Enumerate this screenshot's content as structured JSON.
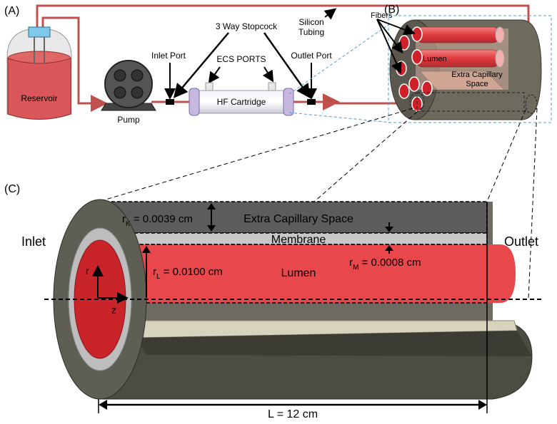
{
  "panels": {
    "a": {
      "panel_label": "(A)",
      "reservoir_label": "Reservoir",
      "pump_label": "Pump",
      "inlet_port_label": "Inlet Port",
      "stopcock_label": "3 Way Stopcock",
      "ecs_ports_label": "ECS PORTS",
      "outlet_port_label": "Outlet Port",
      "tubing_label_line1": "Silicon",
      "tubing_label_line2": "Tubing",
      "cartridge_label": "HF Cartridge"
    },
    "b": {
      "panel_label": "(B)",
      "fibers_label": "Fibers",
      "lumen_label": "Lumen",
      "ecs_label_line1": "Extra Capillary",
      "ecs_label_line2": "Space"
    },
    "c": {
      "panel_label": "(C)",
      "inlet_label": "Inlet",
      "outlet_label": "Outlet",
      "ecs_label": "Extra Capillary Space",
      "membrane_label": "Membrane",
      "lumen_label": "Lumen",
      "r_k_base": "r",
      "r_k_sub": "K",
      "r_k_value": " = 0.0039 cm",
      "r_l_base": "r",
      "r_l_sub": "L",
      "r_l_value": " = 0.0100 cm",
      "r_m_base": "r",
      "r_m_sub": "M",
      "r_m_value": " = 0.0008 cm",
      "axis_r": "r",
      "axis_z": "z",
      "length_label": "L = 12 cm"
    }
  },
  "colors": {
    "lumen_red": "#e8474b",
    "tubing_red": "#c0504d",
    "housing_gray": "#6d6a5e",
    "membrane_gray": "#c8c8c8",
    "ecs_dark": "#5c5c5c",
    "callout_blue": "#4a9fd0"
  }
}
